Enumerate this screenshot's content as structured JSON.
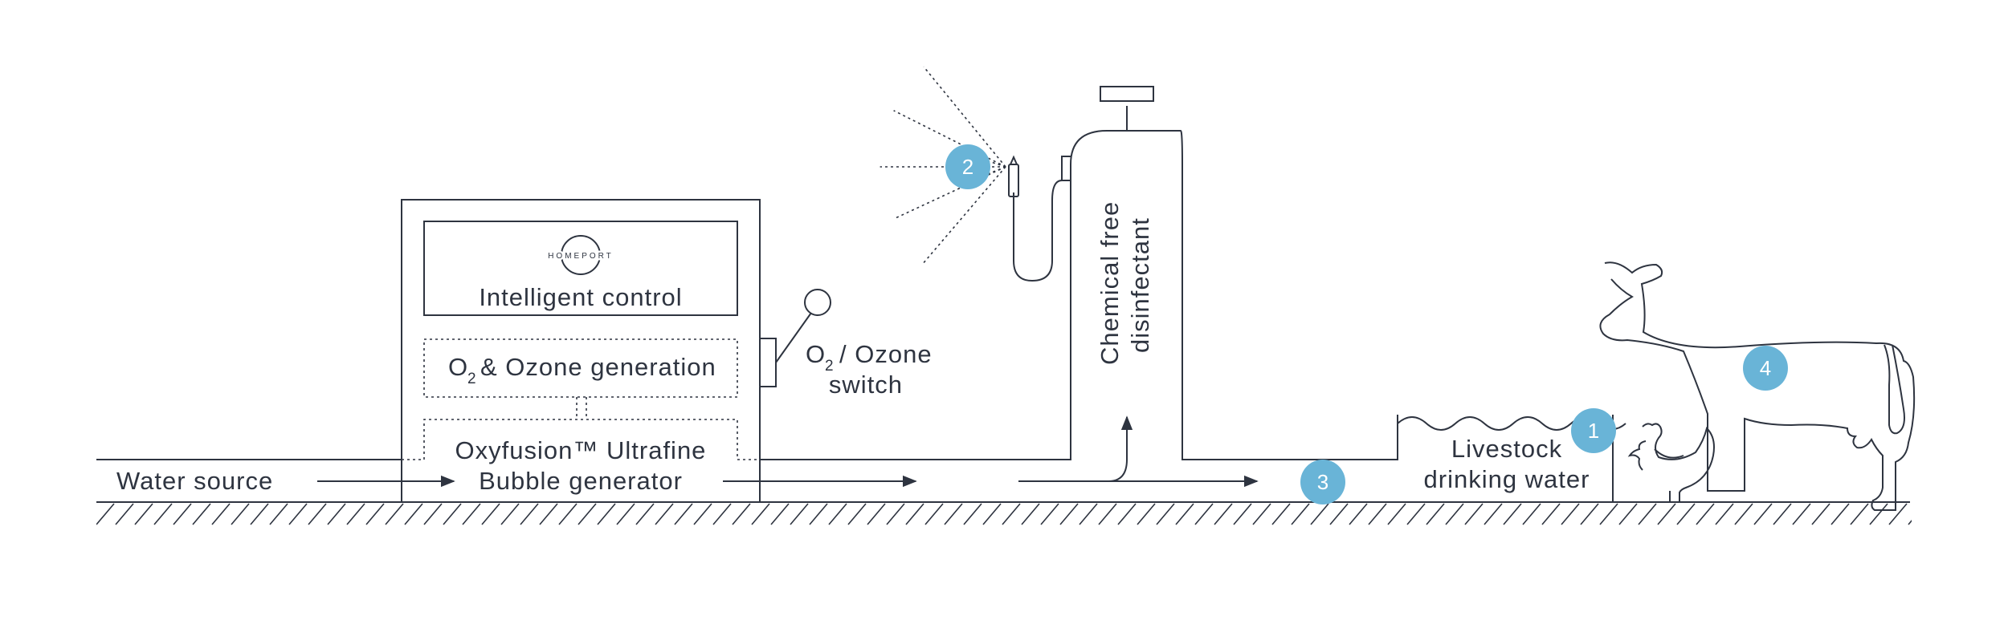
{
  "colors": {
    "line": "#2e3440",
    "badge": "#69b4d7",
    "background": "#ffffff"
  },
  "controller": {
    "logo": "HOMEPORT",
    "control_label": "Intelligent control",
    "ozone_prefix": "O",
    "ozone_sub": "2",
    "ozone_rest": "& Ozone generation",
    "bubble_line1": "Oxyfusion™ Ultrafine",
    "bubble_line2": "Bubble generator"
  },
  "switch": {
    "prefix": "O",
    "sub": "2",
    "rest": "/ Ozone",
    "line2": "switch"
  },
  "water_source": "Water source",
  "tank": {
    "line1": "Chemical free",
    "line2": "disinfectant"
  },
  "trough": {
    "line1": "Livestock",
    "line2": "drinking water"
  },
  "badges": [
    "1",
    "2",
    "3",
    "4"
  ],
  "icons": [
    "spray-nozzle-icon",
    "chicken-icon",
    "cow-icon",
    "switch-lever-icon",
    "homeport-logo-icon"
  ]
}
